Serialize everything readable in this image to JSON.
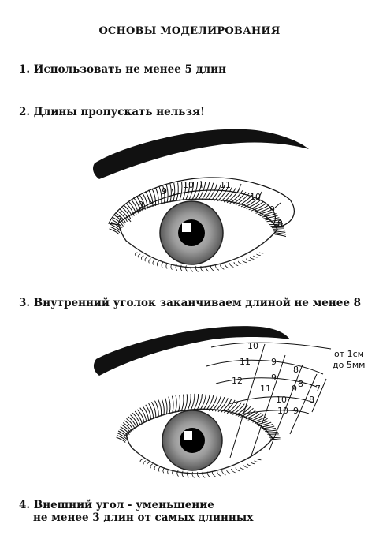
{
  "title": "ОСНОВЫ МОДЕЛИРОВАНИЯ",
  "rules": [
    "1. Использовать не менее 5 длин",
    "2. Длины пропускать нельзя!",
    "3. Внутренний уголок заканчиваем длиной не менее 8",
    "4. Внешний угол - уменьшение",
    "не менее 3 длин от самых длинных"
  ],
  "diagram1": {
    "lengths": [
      "7",
      "8",
      "9",
      "10",
      "11",
      "10",
      "9",
      "8"
    ]
  },
  "diagram2": {
    "grid_rows": [
      [
        "10"
      ],
      [
        "11",
        "9",
        "8"
      ],
      [
        "9",
        "8",
        "7"
      ],
      [
        "12",
        "11",
        "10",
        "9",
        "8"
      ],
      [
        "10",
        "9"
      ]
    ],
    "note_line1": "от 1см",
    "note_line2": "до 5мм"
  },
  "colors": {
    "ink": "#111111",
    "iris": "#8a8a8a",
    "pupil": "#000000"
  }
}
